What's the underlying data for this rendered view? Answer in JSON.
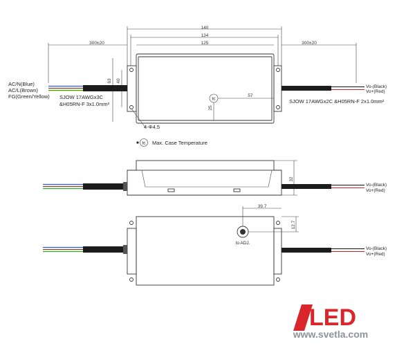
{
  "top_view": {
    "dim_overall": "140",
    "dim_mount": "134",
    "dim_body": "125",
    "dim_cable_left": "300±20",
    "dim_cable_right": "300±20",
    "dim_height_outer": "63",
    "dim_height_inner": "40",
    "dim_tc_x": "57",
    "dim_tc_y": "25",
    "hole_label": "4-Φ4.5",
    "input_wires": [
      "AC/N(Blue)",
      "AC/L(Brown)",
      "FG(Green/Yellow)"
    ],
    "input_cable_line1": "SJOW 17AWGx3C",
    "input_cable_line2": "&H05RN-F 3x1.0mm²",
    "output_cable": "SJOW 17AWGx2C &H05RN-F 2x1.0mm²",
    "output_wires": [
      "Vo-(Black)",
      "Vo+(Red)"
    ],
    "tc_symbol": "tc",
    "tc_legend": "Max. Case Temperature"
  },
  "side_view": {
    "dim_height": "32",
    "output_wires": [
      "Vo-(Black)",
      "Vo+(Red)"
    ]
  },
  "bottom_view": {
    "dim_adj_x": "39.7",
    "dim_adj_y": "12.7",
    "adj_label": "Io ADJ.",
    "output_wires": [
      "Vo-(Black)",
      "Vo+(Red)"
    ]
  },
  "logo": {
    "brand": "LED",
    "url": "www.svetla.com",
    "colors": {
      "red": "#d9262b",
      "gray": "#8f9296"
    }
  }
}
